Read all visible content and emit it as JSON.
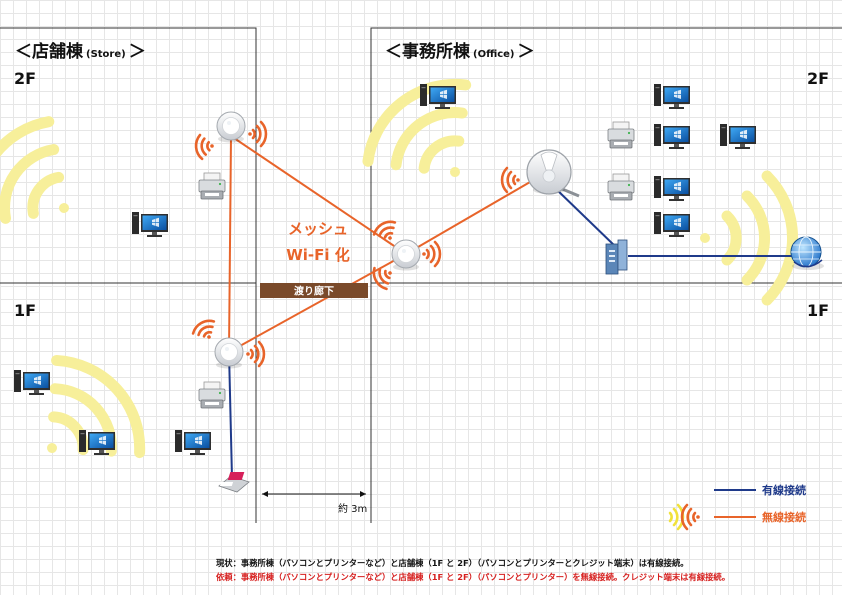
{
  "store": {
    "title": "＜店舗棟",
    "sub": "(Store)",
    "close": "＞",
    "floor_2f": "2F",
    "floor_1f": "1F"
  },
  "office": {
    "title": "＜事務所棟",
    "sub": "(Office)",
    "close": "＞",
    "floor_2f": "2F",
    "floor_1f": "1F"
  },
  "mesh": {
    "line1": "メッシュ",
    "line2": "Wi-Fi 化"
  },
  "corridor": "渡り廊下",
  "distance": "約 3m",
  "legend": {
    "wired": "有線接続",
    "wireless": "無線接続"
  },
  "notes": {
    "current": "現状：事務所棟（パソコンとプリンターなど）と店舗棟（1F と 2F）（パソコンとプリンターとクレジット端末）は有線接続。",
    "request": "依頼：事務所棟（パソコンとプリンターなど）と店舗棟（1F と 2F）（パソコンとプリンター）を無線接続。クレジット端末は有線接続。"
  },
  "colors": {
    "wireless": "#e8642a",
    "wired": "#1f3a8a",
    "signal_yellow": "#f7ef9a",
    "corridor_bg": "#7a4a2a",
    "request_text": "#d6201f"
  }
}
